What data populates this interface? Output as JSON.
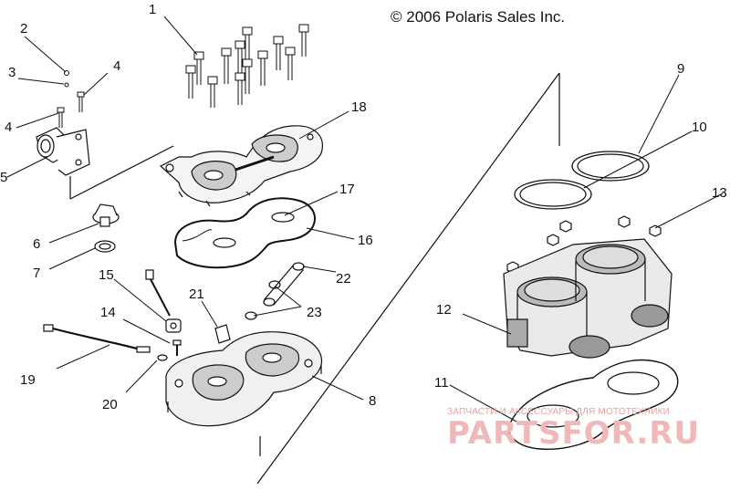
{
  "copyright": "© 2006 Polaris Sales Inc.",
  "watermark": {
    "top_line": "ЗАПЧАСТИ И АКСЕССУАРЫ ДЛЯ МОТОТЕХНИКИ",
    "brand": "PARTSFOR.RU",
    "color": "#f0b8b8"
  },
  "callouts": {
    "c1": "1",
    "c2": "2",
    "c3": "3",
    "c4a": "4",
    "c4b": "4",
    "c5": "5",
    "c6": "6",
    "c7": "7",
    "c8": "8",
    "c9": "9",
    "c10": "10",
    "c11": "11",
    "c12": "12",
    "c13": "13",
    "c14": "14",
    "c15": "15",
    "c16": "16",
    "c17": "17",
    "c18": "18",
    "c19": "19",
    "c20": "20",
    "c21": "21",
    "c22": "22",
    "c23": "23"
  },
  "line_color": "#111111"
}
